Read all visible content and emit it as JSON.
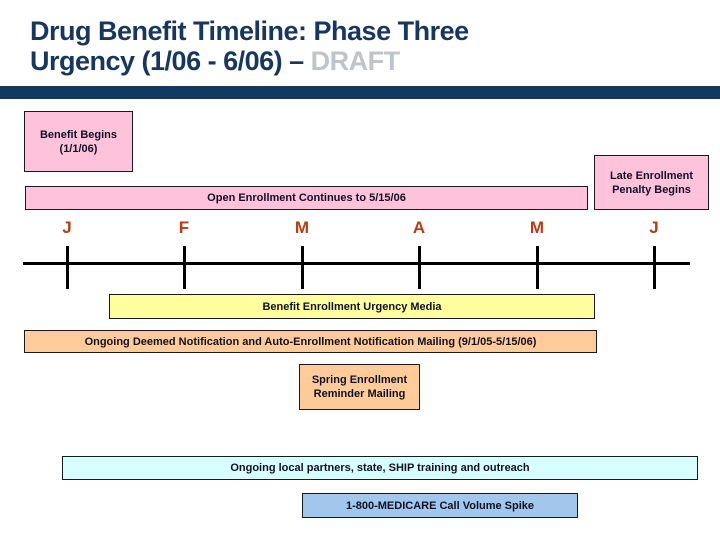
{
  "title": {
    "line1": "Drug Benefit Timeline: Phase Three",
    "line2": "Urgency (1/06 - 6/06) –",
    "draft": "DRAFT"
  },
  "timeline": {
    "months": [
      "J",
      "F",
      "M",
      "A",
      "M",
      "J"
    ]
  },
  "boxes": {
    "benefit_begins_line1": "Benefit Begins",
    "benefit_begins_line2": "(1/1/06)",
    "open_enrollment": "Open Enrollment Continues to 5/15/06",
    "late_enrollment_line1": "Late Enrollment",
    "late_enrollment_line2": "Penalty Begins",
    "urgency_media": "Benefit Enrollment Urgency Media",
    "deemed_notification": "Ongoing Deemed Notification and Auto-Enrollment Notification Mailing (9/1/05-5/15/06)",
    "spring_reminder_line1": "Spring Enrollment",
    "spring_reminder_line2": "Reminder Mailing",
    "ship_outreach": "Ongoing local partners, state, SHIP training and outreach",
    "medicare_spike": "1-800-MEDICARE Call Volume Spike"
  },
  "colors": {
    "title_navy": "#17375E",
    "draft_gray": "#C0C4C8",
    "divider_navy": "#123961",
    "pink": "#FFC2DB",
    "yellow": "#FFFF9B",
    "peach": "#FFCC99",
    "cyan": "#D7FFFF",
    "blue": "#A1C7EC",
    "month_red": "#B93C14",
    "timeline_black": "#000000"
  }
}
